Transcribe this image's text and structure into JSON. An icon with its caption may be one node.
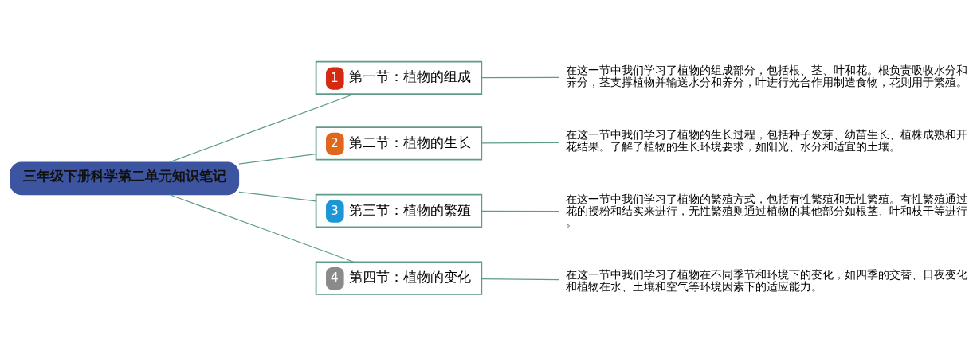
{
  "diagram": {
    "nodes": [
      {
        "text": [
          "三年级下册科学第二单元知识笔记"
        ]
      },
      {
        "text": [
          "1",
          "第一节：植物的组成"
        ]
      },
      {
        "text": [
          "在这一节中我们学习了植物的组成部分，包括根、茎、叶和花。根负责吸收水分和养分，茎支撑植物并输送水分和养分，叶进行光合作用制造食物，花则用于繁殖。"
        ]
      },
      {
        "text": [
          "2",
          "第二节：植物的生长"
        ]
      },
      {
        "text": [
          "在这一节中我们学习了植物的生长过程，包括种子发芽、幼苗生长、植株成熟和开花结果。了解了植物的生长环境要求，如阳光、水分和适宜的土壤。"
        ]
      },
      {
        "text": [
          "3",
          "第三节：植物的繁殖"
        ]
      },
      {
        "text": [
          "在这一节中我们学习了植物的繁殖方式，包括有性繁殖和无性繁殖。有性繁殖通过花的授粉和结实来进行，无性繁殖则通过植物的其他部分如根茎、叶和枝干等进行。"
        ]
      },
      {
        "text": [
          "4",
          "第四节：植物的变化"
        ]
      },
      {
        "text": [
          "在这一节中我们学习了植物在不同季节和环境下的变化，如四季的交替、日夜变化和植物在水、土壤和空气等环境因素下的适应能力。"
        ]
      }
    ],
    "edges": [
      {
        "from": 0,
        "to": 1,
        "arrow": "none"
      },
      {
        "from": 0,
        "to": 3,
        "arrow": "none"
      },
      {
        "from": 0,
        "to": 5,
        "arrow": "none"
      },
      {
        "from": 0,
        "to": 7,
        "arrow": "none"
      },
      {
        "from": 1,
        "to": 2,
        "arrow": "none"
      },
      {
        "from": 3,
        "to": 4,
        "arrow": "none"
      },
      {
        "from": 5,
        "to": 6,
        "arrow": "none"
      },
      {
        "from": 7,
        "to": 8,
        "arrow": "none"
      }
    ]
  }
}
